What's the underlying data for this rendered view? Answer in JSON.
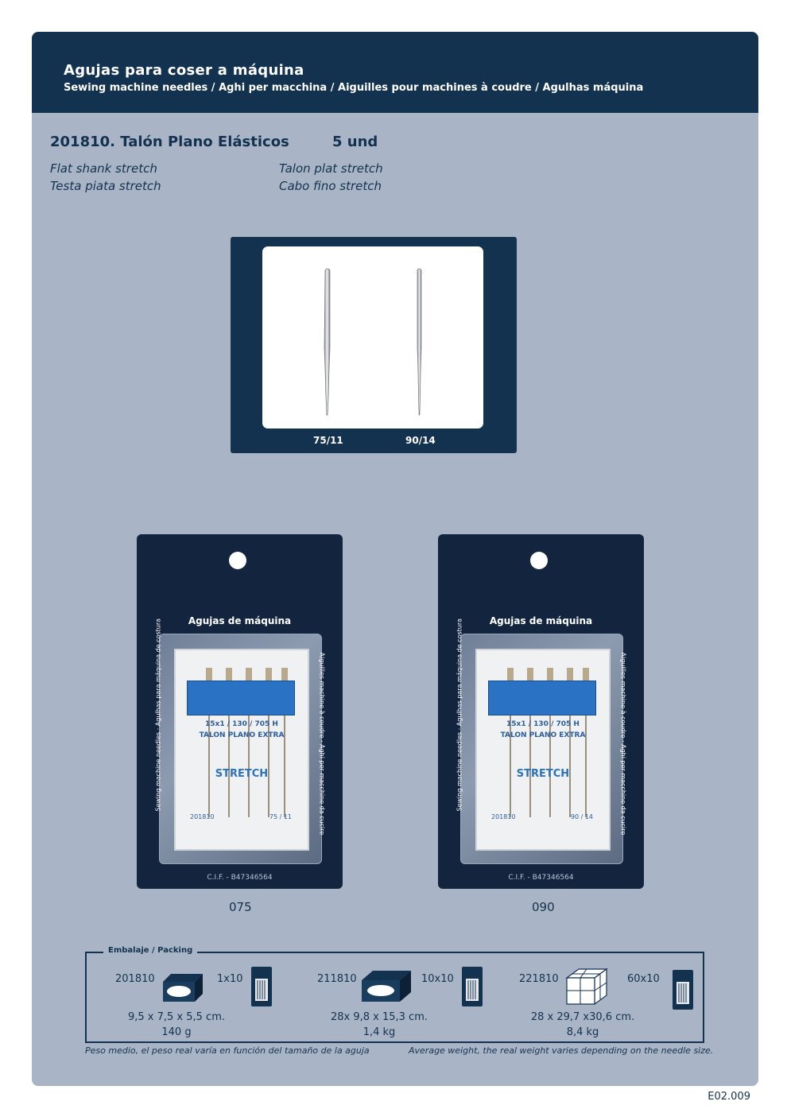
{
  "header": {
    "title": "Agujas para coser a máquina",
    "subtitle": "Sewing machine needles / Aghi per macchina / Aiguilles pour machines à coudre / Agulhas máquina"
  },
  "product": {
    "name": "201810. Talón Plano Elásticos",
    "quantity": "5 und",
    "translations": [
      "Flat shank stretch",
      "Testa piata stretch",
      "Talon plat stretch",
      "Cabo fino stretch"
    ]
  },
  "needles": {
    "sizes": [
      "75/11",
      "90/14"
    ]
  },
  "cards": [
    {
      "brand_title": "Agujas de máquina",
      "side_left": "Sewing machine needles · Agulhas para máquina de costura",
      "side_right": "Aiguilles machine à coudre · Aghi per macchine da cucire",
      "spec": "15x1 / 130 / 705 H",
      "type": "TALON PLANO EXTRA",
      "stretch": "STRETCH",
      "ref": "201810",
      "size": "75 / 11",
      "cif": "C.I.F. - B47346564",
      "code": "075"
    },
    {
      "brand_title": "Agujas de máquina",
      "side_left": "Sewing machine needles · Agulhas para máquina de costura",
      "side_right": "Aiguilles machine à coudre · Aghi per macchine da cucire",
      "spec": "15x1 / 130 / 705 H",
      "type": "TALON PLANO EXTRA",
      "stretch": "STRETCH",
      "ref": "201810",
      "size": "90 / 14",
      "cif": "C.I.F. - B47346564",
      "code": "090"
    }
  ],
  "packing": {
    "legend": "Embalaje / Packing",
    "items": [
      {
        "code": "201810",
        "units": "1x10",
        "dims": "9,5 x 7,5 x 5,5 cm.",
        "weight": "140 g"
      },
      {
        "code": "211810",
        "units": "10x10",
        "dims": "28x 9,8 x 15,3 cm.",
        "weight": "1,4 kg"
      },
      {
        "code": "221810",
        "units": "60x10",
        "dims": "28 x 29,7 x30,6 cm.",
        "weight": "8,4 kg"
      }
    ],
    "note_es": "Peso medio, el peso real varía en función del tamaño de la aguja",
    "note_en": "Average weight, the real weight varies depending on the needle size."
  },
  "page_number": "E02.009",
  "colors": {
    "navy": "#13324f",
    "sheet": "#a9b5c6",
    "card": "#13243e",
    "label_blue": "#2a73c4"
  }
}
